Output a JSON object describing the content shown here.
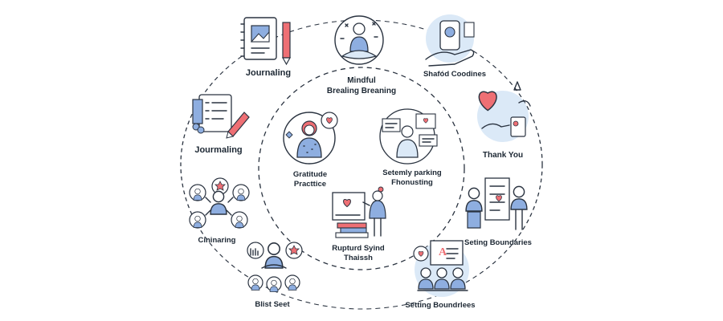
{
  "diagram": {
    "colors": {
      "outline": "#2a3340",
      "accent_red": "#ee6f74",
      "accent_blue": "#8eaee0",
      "light_blue": "#dbe9f7",
      "text": "#1c2733"
    },
    "outer_ring_items": [
      {
        "id": "journaling-top",
        "lines": [
          "Journaling"
        ],
        "icon": "notebook-pen-icon"
      },
      {
        "id": "mindful",
        "lines": [
          "Mindful",
          "Brealing Breaning"
        ],
        "icon": "meditation-icon"
      },
      {
        "id": "shafoid",
        "lines": [
          "Shafód Coodines"
        ],
        "icon": "hand-phone-icon"
      },
      {
        "id": "thank-you",
        "lines": [
          "Thank You"
        ],
        "icon": "heart-hands-icon"
      },
      {
        "id": "setting-boundaries",
        "lines": [
          "Seting Boundaries"
        ],
        "icon": "checklist-people-icon"
      },
      {
        "id": "setting-boundrlees",
        "lines": [
          "Setting Boundrlees"
        ],
        "icon": "group-board-icon"
      },
      {
        "id": "blist-seet",
        "lines": [
          "Blist Seet"
        ],
        "icon": "seated-person-group-icon"
      },
      {
        "id": "cininaring",
        "lines": [
          "Cininaring"
        ],
        "icon": "network-people-icon"
      },
      {
        "id": "journaling-left",
        "lines": [
          "Jourmaling"
        ],
        "icon": "checklist-pencil-icon"
      }
    ],
    "inner_ring_items": [
      {
        "id": "gratitude",
        "lines": [
          "Gratitude",
          "Practtice"
        ],
        "icon": "woman-heart-icon"
      },
      {
        "id": "setemly",
        "lines": [
          "Setemly parking",
          "Fhonusting"
        ],
        "icon": "person-notes-icon"
      },
      {
        "id": "rupturd",
        "lines": [
          "Rupturd Syind",
          "Thaissh"
        ],
        "icon": "presenter-books-icon"
      }
    ]
  }
}
